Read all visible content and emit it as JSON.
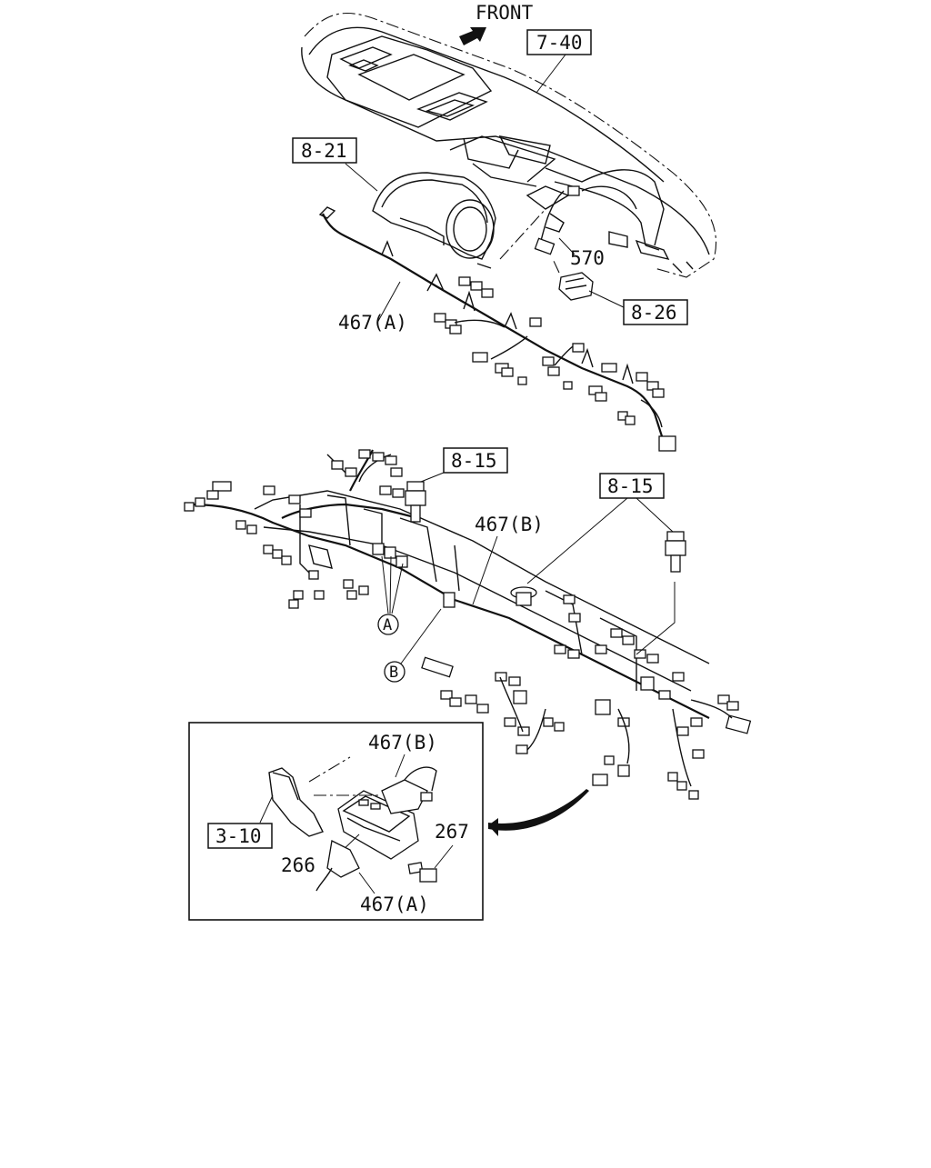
{
  "direction_label": "FRONT",
  "ref_boxes": {
    "instrument_panel": "7-40",
    "meter_cluster": "8-21",
    "connector_8_26": "8-26",
    "bolt_left": "8-15",
    "bolt_right": "8-15",
    "bracket": "3-10"
  },
  "part_labels": {
    "harness_a_top": "467(A)",
    "harness_b_mid": "467(B)",
    "part_570": "570",
    "inset_harness_b": "467(B)",
    "inset_bracket_266": "266",
    "inset_bolt_267": "267",
    "inset_harness_a": "467(A)"
  },
  "callouts": {
    "a": "A",
    "b": "B"
  }
}
